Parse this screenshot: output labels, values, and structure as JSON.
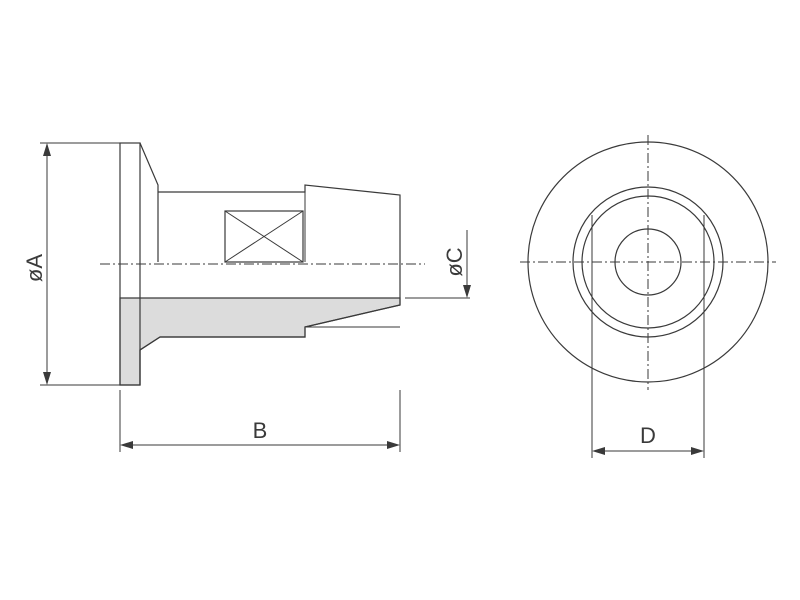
{
  "labels": {
    "dim_a": "øA",
    "dim_b": "B",
    "dim_c": "øC",
    "dim_d": "D"
  },
  "colors": {
    "line": "#3a3a3a",
    "section_fill": "#dcdcdc",
    "background": "#ffffff"
  }
}
